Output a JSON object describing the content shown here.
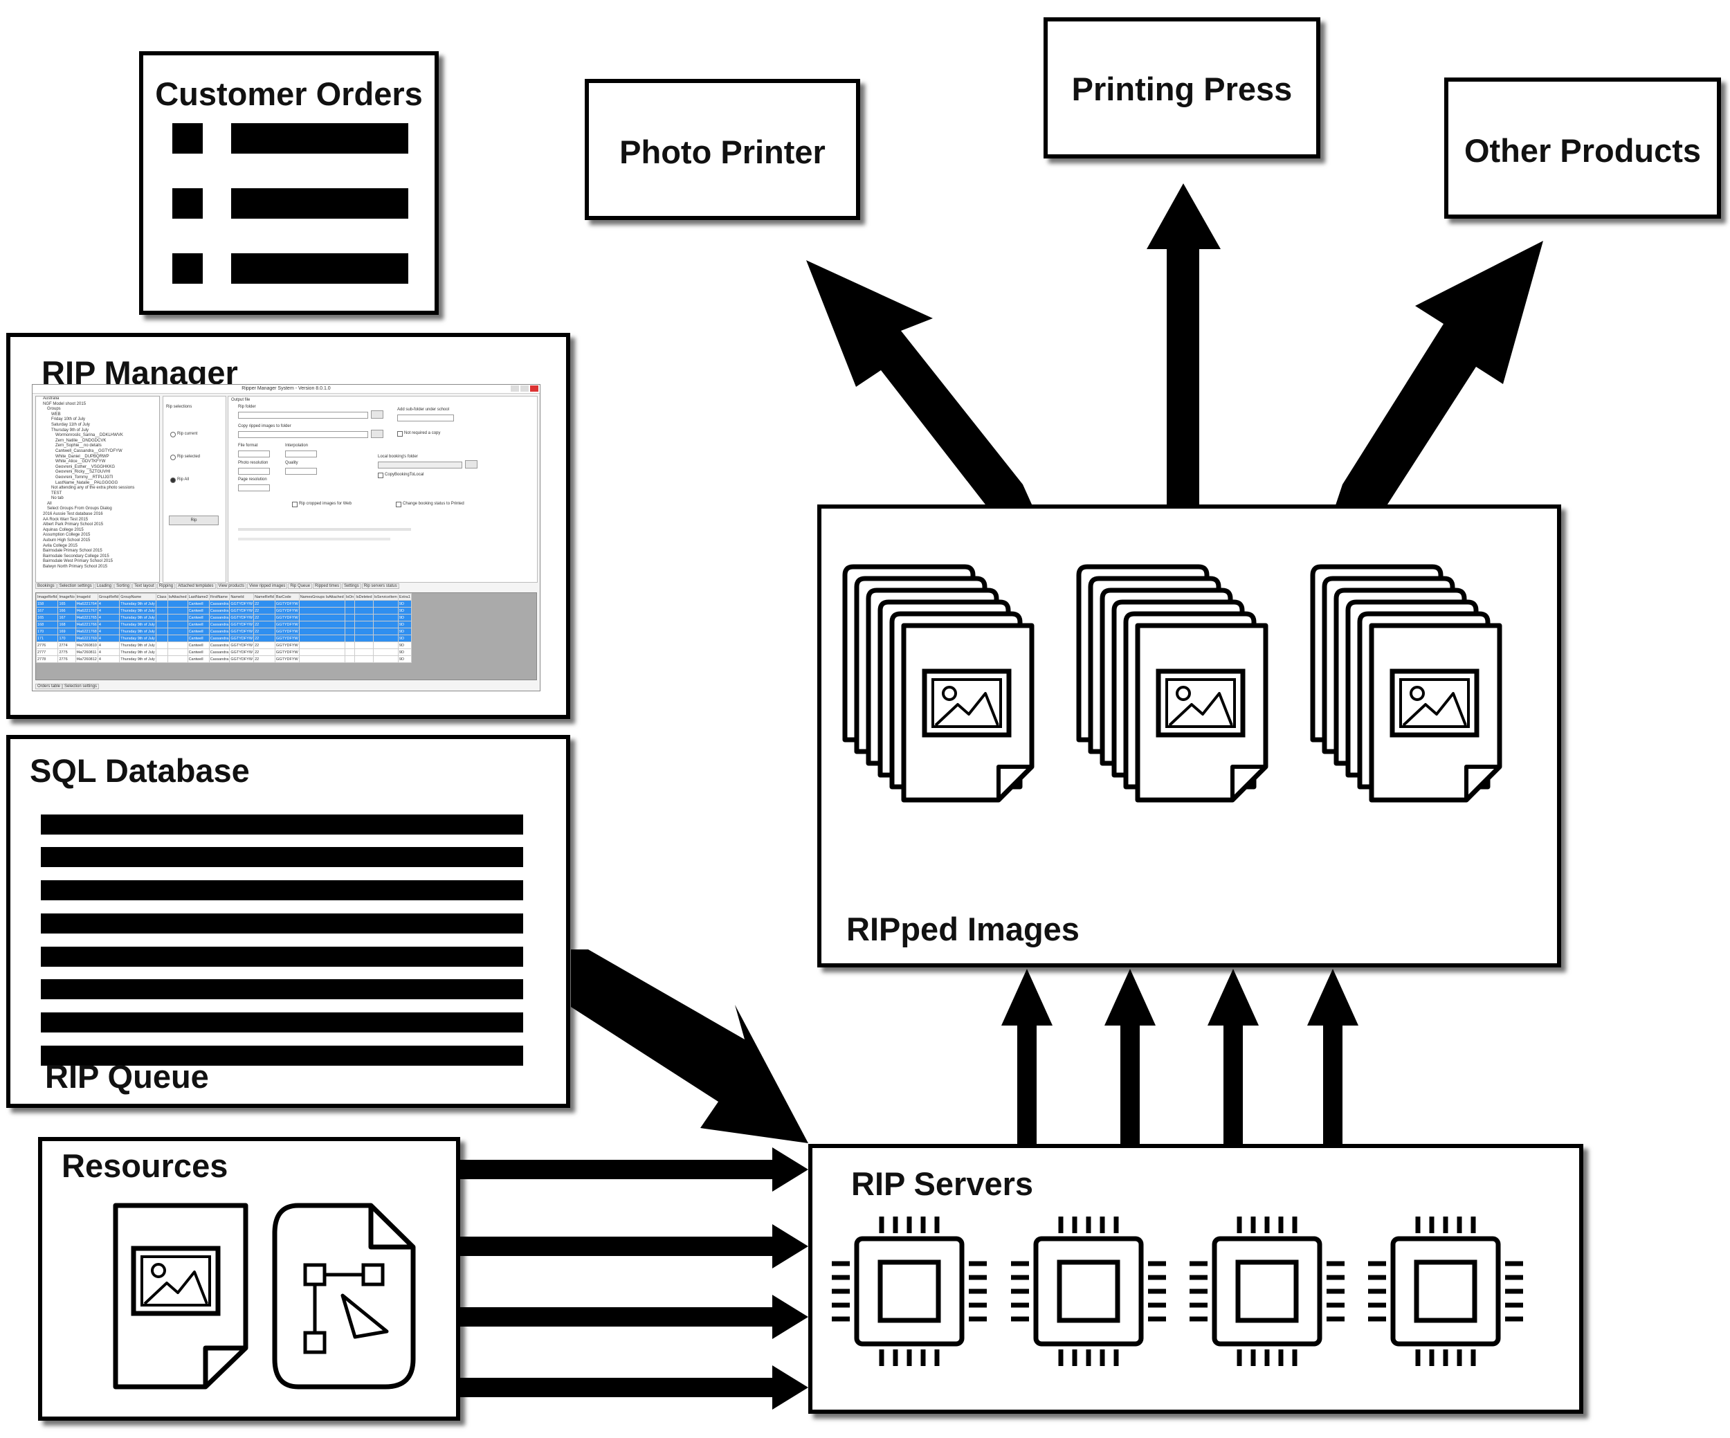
{
  "labels": {
    "customer_orders": "Customer Orders",
    "photo_printer": "Photo Printer",
    "printing_press": "Printing Press",
    "other_products": "Other Products",
    "rip_manager": "RIP Manager",
    "sql_database": "SQL Database",
    "rip_queue": "RIP Queue",
    "resources": "Resources",
    "ripped_images": "RIPped Images",
    "rip_servers": "RIP Servers"
  },
  "rip_manager_window": {
    "title": "Ripper Manager System - Version 8.0.1.0",
    "tree_items": [
      "Australia",
      "NGF Model shoot 2015",
      "Groups",
      "WEB",
      "Friday 10th of July",
      "Saturday 11th of July",
      "Thursday 9th of July",
      "Wormonroslic_Sarina__DDKLHWVK",
      "Zern_Natilie__DNDGDCVK",
      "Zern_Sophie__no details",
      "Cantwell_Cassandra__GGTYDFYW",
      "White_Daniel__DUPBQRWP",
      "White_Alice__GDVTKFYW",
      "Geovreni_Esther__VSGGHKKG",
      "Geovreni_Ricky__SZTGUVHI",
      "Geovreni_Tommy__RTPLIJGTI",
      "LastName_Natalie__PALGGGGG",
      "Not attending any of the extra photo sessions",
      "TEST",
      "No tab",
      "All",
      "Select Groups From Groups Dialog",
      "2016 Aussie Test database 2016",
      "AA Rock Warr Test 2015",
      "Albert Park Primary School 2015",
      "Aquinas College 2015",
      "Assumption College 2015",
      "Auburn High School 2015",
      "Avila College 2015",
      "Bairnsdale Primary School 2015",
      "Bairnsdale Secondary College 2015",
      "Bairnsdale West Primary School 2015",
      "Balwyn North Primary School 2015"
    ],
    "rip_selections_label": "Rip selections",
    "radio_options": [
      "Rip current",
      "Rip selected",
      "Rip All"
    ],
    "rip_button": "Rip",
    "output_label": "Output file",
    "fields": {
      "rip_folder": "Rip folder",
      "copy_ripped": "Copy ripped images to folder",
      "add_subfolder": "Add sub-folder under school",
      "not_required": "Not required a copy",
      "file_format": "File format",
      "interpolation": "Interpolation",
      "photo_resolution": "Photo resolution",
      "quality": "Quality",
      "page_resolution": "Page resolution",
      "local_booking": "Local booking's folder",
      "copy_booking": "CopyBookingToLocal",
      "rip_cropped": "Rip cropped images for Web",
      "change_booking": "Change booking status to Printed"
    },
    "tabs": [
      "Bookings",
      "Selection settings",
      "Loading",
      "Sorting",
      "Text layout",
      "Ripping",
      "Attached templates",
      "View products",
      "View ripped images",
      "Rip Queue",
      "Ripped times",
      "Settings",
      "Rip servers status"
    ],
    "grid_headers": [
      "ImageRefId",
      "ImageNo",
      "ImageId",
      "GroupRefId",
      "GroupName",
      "Class",
      "IsAttached",
      "LastName2",
      "FirstName",
      "NameId",
      "NameRefId",
      "BarCode",
      "NamesGroups IsAttached",
      "IsOn",
      "IsDeleted",
      "IsServiceItem",
      "Extra1"
    ],
    "grid_rows": [
      [
        "158",
        "165",
        "f4a6221764",
        "4",
        "Thursday 9th of July",
        "",
        "",
        "Cantwell",
        "Cassandra",
        "GGTYDFYW",
        "22",
        "GGTYDFYW",
        "",
        "",
        "",
        "",
        "9D"
      ],
      [
        "167",
        "166",
        "f4a6221767",
        "4",
        "Thursday 9th of July",
        "",
        "",
        "Cantwell",
        "Cassandra",
        "GGTYDFYW",
        "22",
        "GGTYDFYW",
        "",
        "",
        "",
        "",
        "9D"
      ],
      [
        "165",
        "167",
        "f4a6221765",
        "4",
        "Thursday 9th of July",
        "",
        "",
        "Cantwell",
        "Cassandra",
        "GGTYDFYW",
        "22",
        "GGTYDFYW",
        "",
        "",
        "",
        "",
        "9D"
      ],
      [
        "168",
        "168",
        "f4a6221766",
        "4",
        "Thursday 9th of July",
        "",
        "",
        "Cantwell",
        "Cassandra",
        "GGTYDFYW",
        "22",
        "GGTYDFYW",
        "",
        "",
        "",
        "",
        "9D"
      ],
      [
        "170",
        "169",
        "f4a6221768",
        "4",
        "Thursday 9th of July",
        "",
        "",
        "Cantwell",
        "Cassandra",
        "GGTYDFYW",
        "22",
        "GGTYDFYW",
        "",
        "",
        "",
        "",
        "9D"
      ],
      [
        "171",
        "170",
        "f4a6221769",
        "4",
        "Thursday 9th of July",
        "",
        "",
        "Cantwell",
        "Cassandra",
        "GGTYDFYW",
        "22",
        "GGTYDFYW",
        "",
        "",
        "",
        "",
        "9D"
      ],
      [
        "2776",
        "2774",
        "f4a7260810",
        "4",
        "Thursday 9th of July",
        "",
        "",
        "Cantwell",
        "Cassandra",
        "GGTYDFYW",
        "22",
        "GGTYDFYW",
        "",
        "",
        "",
        "",
        "9D"
      ],
      [
        "2777",
        "2775",
        "f4a7260811",
        "4",
        "Thursday 9th of July",
        "",
        "",
        "Cantwell",
        "Cassandra",
        "GGTYDFYW",
        "22",
        "GGTYDFYW",
        "",
        "",
        "",
        "",
        "9D"
      ],
      [
        "2778",
        "2776",
        "f4a7260812",
        "4",
        "Thursday 9th of July",
        "",
        "",
        "Cantwell",
        "Cassandra",
        "GGTYDFYW",
        "22",
        "GGTYDFYW",
        "",
        "",
        "",
        "",
        "9D"
      ]
    ],
    "bottom_tabs": [
      "Orders table",
      "Selection settings"
    ]
  },
  "icons": [
    "list-bullet-icon",
    "photo-document-icon",
    "vector-document-icon",
    "cpu-chip-icon"
  ],
  "colors": {
    "stroke": "#000000",
    "background": "#ffffff",
    "grid_selection": "#2f8ff0"
  }
}
